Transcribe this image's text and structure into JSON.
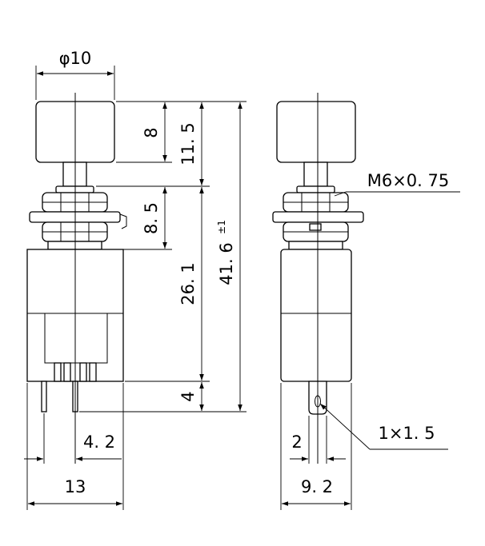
{
  "front_view": {
    "cap_diameter": "φ10",
    "cap_height": "8",
    "cap_to_bushing": "11. 5",
    "bushing_length": "8. 5",
    "body_length": "26. 1",
    "terminal_length": "4",
    "total_length": "41. 6",
    "total_length_tolerance": "±1",
    "terminal_pitch": "4. 2",
    "body_width": "13"
  },
  "side_view": {
    "thread_spec": "M6×0. 75",
    "terminal_size": "1×1. 5",
    "terminal_offset": "2",
    "body_depth": "9. 2"
  }
}
